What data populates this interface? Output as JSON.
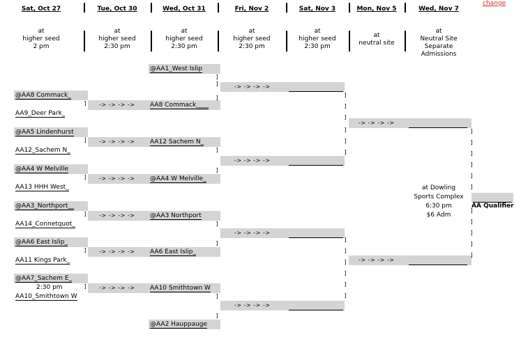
{
  "headers": [
    {
      "date": "Sat, Oct 27",
      "sub": "at\nhigher seed\n2 pm"
    },
    {
      "date": "Tue, Oct 30",
      "sub": "at\nhigher seed\n2:30 pm"
    },
    {
      "date": "Wed, Oct 31",
      "sub": "at\nhigher seed\n2:30 pm"
    },
    {
      "date": "Fri, Nov 2",
      "sub": "at\nhigher seed\n2:30 pm"
    },
    {
      "date": "Sat, Nov 3",
      "sub": "at\nhigher seed\n2:30 pm"
    },
    {
      "date": "Mon, Nov 5",
      "sub": "at\nneutral site"
    },
    {
      "date": "Wed, Nov 7",
      "sub": "at\nNeutral Site\nSeparate\nAdmissions"
    }
  ],
  "change_link": "change",
  "round1": [
    "@AA8 Commack_",
    "AA9_Deer Park_",
    "@AA5 Lindenhurst",
    "AA12_Sachem N_",
    "@AA4 W Melville",
    "AA13 HHH West_",
    "@AA3_Northport__",
    "AA14_Connetquot_",
    "@AA6 East Islip_",
    "AA11 Kings Park_",
    "@AA7_Sachem E_",
    "AA10_Smithtown W"
  ],
  "round1_time": "2:30 pm",
  "round2": [
    "@AA1_West Islip",
    "AA8 Commack____",
    "AA12 Sachem N_",
    "@AA4 W Melville_",
    "@AA3 Northport",
    "AA6 East Islip_",
    "AA10 Smithtown W",
    "@AA2 Hauppauge"
  ],
  "arrow_text": "-> -> -> ->",
  "bracket_char": "]",
  "final_info": "at Dowling\nSports Complex\n6:30 pm\n$6 Adm",
  "qualifier": "AA Qualifier"
}
